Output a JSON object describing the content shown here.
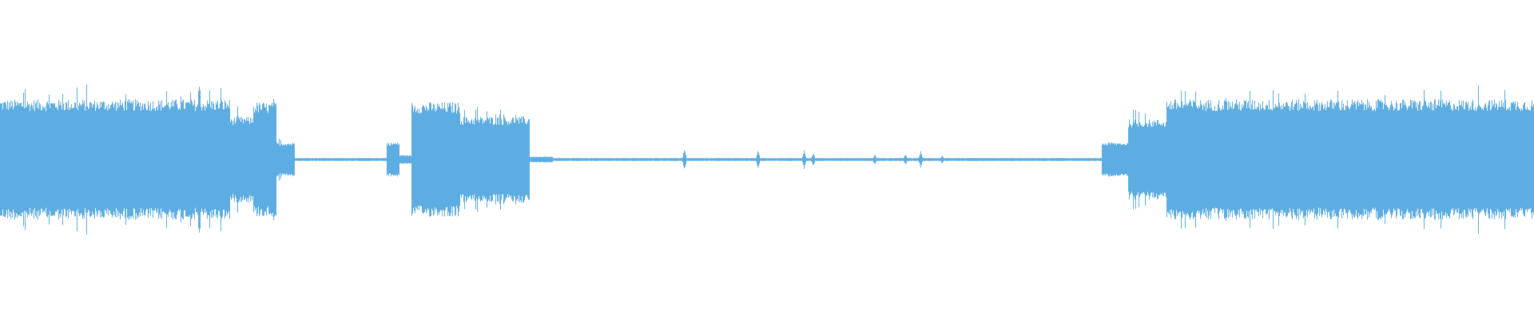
{
  "waveform": {
    "color": "#5dade2",
    "background": "#ffffff",
    "segments": [
      {
        "start": 0.0,
        "end": 0.15,
        "level": 0.42
      },
      {
        "start": 0.15,
        "end": 0.165,
        "level": 0.3
      },
      {
        "start": 0.165,
        "end": 0.18,
        "level": 0.4
      },
      {
        "start": 0.18,
        "end": 0.192,
        "level": 0.12
      },
      {
        "start": 0.192,
        "end": 0.252,
        "level": 0.01
      },
      {
        "start": 0.252,
        "end": 0.26,
        "level": 0.12
      },
      {
        "start": 0.26,
        "end": 0.268,
        "level": 0.03
      },
      {
        "start": 0.268,
        "end": 0.3,
        "level": 0.4
      },
      {
        "start": 0.3,
        "end": 0.345,
        "level": 0.3
      },
      {
        "start": 0.345,
        "end": 0.36,
        "level": 0.02
      },
      {
        "start": 0.36,
        "end": 0.718,
        "level": 0.01
      },
      {
        "start": 0.718,
        "end": 0.735,
        "level": 0.12
      },
      {
        "start": 0.735,
        "end": 0.76,
        "level": 0.28
      },
      {
        "start": 0.76,
        "end": 1.0,
        "level": 0.42
      }
    ],
    "spikes": [
      {
        "pos": 0.446,
        "level": 0.08
      },
      {
        "pos": 0.494,
        "level": 0.07
      },
      {
        "pos": 0.524,
        "level": 0.07
      },
      {
        "pos": 0.53,
        "level": 0.05
      },
      {
        "pos": 0.57,
        "level": 0.04
      },
      {
        "pos": 0.59,
        "level": 0.04
      },
      {
        "pos": 0.6,
        "level": 0.06
      },
      {
        "pos": 0.614,
        "level": 0.03
      }
    ]
  }
}
